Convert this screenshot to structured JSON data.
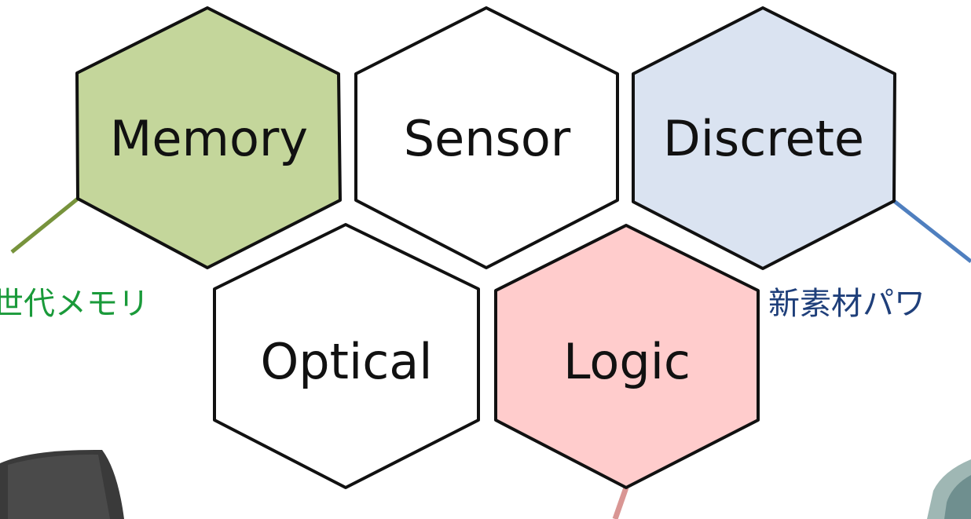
{
  "diagram": {
    "hexagons": [
      {
        "id": "memory",
        "label": "Memory",
        "fill": "#c4d69b"
      },
      {
        "id": "sensor",
        "label": "Sensor",
        "fill": "#ffffff"
      },
      {
        "id": "discrete",
        "label": "Discrete",
        "fill": "#dae3f1"
      },
      {
        "id": "optical",
        "label": "Optical",
        "fill": "#ffffff"
      },
      {
        "id": "logic",
        "label": "Logic",
        "fill": "#ffcccc"
      }
    ],
    "callouts": [
      {
        "id": "memory",
        "text": "世代メモリ",
        "color": "#1a9a3a",
        "line_color": "#77933c"
      },
      {
        "id": "discrete",
        "text": "新素材パワ",
        "color": "#1f3f7a",
        "line_color": "#4f7fbf"
      },
      {
        "id": "logic",
        "line_color": "#d99694"
      }
    ],
    "stroke_color": "#111111"
  }
}
